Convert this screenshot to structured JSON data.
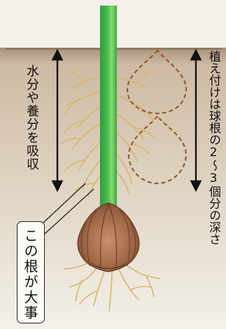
{
  "labels": {
    "absorb": "水分や養分を吸収",
    "callout": "この根が大事",
    "depth": "植え付けは球根の2〜3個分の深さ"
  },
  "colors": {
    "background": "#f3f1ea",
    "soil": "#c9b69c",
    "stem": "#39b54a",
    "stem_highlight": "#7fd36a",
    "roots": "#d9b566",
    "bulb": "#a06a4a",
    "bulb_outline_dashed": "#9a5a2a",
    "arrow": "#111111"
  },
  "icons": {
    "left_arrow": "double-headed-vertical-arrow",
    "right_arrow": "double-headed-vertical-arrow",
    "bulb_outlines": "dashed-bulb-shapes"
  }
}
